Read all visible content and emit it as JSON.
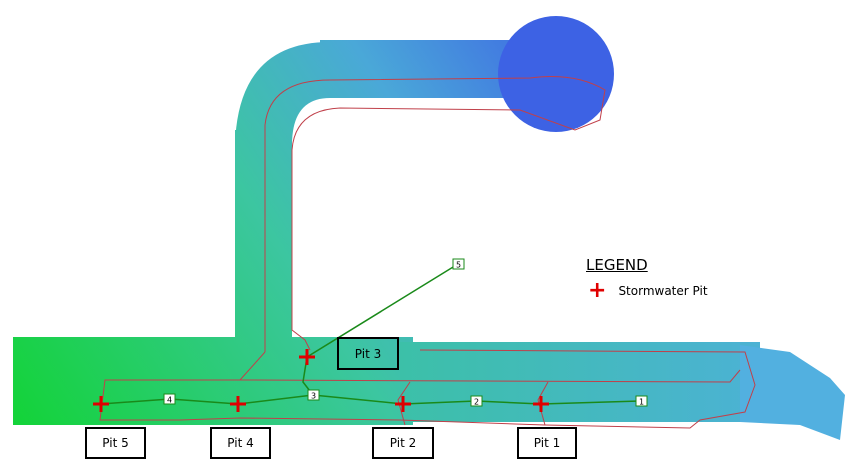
{
  "legend": {
    "title": "LEGEND",
    "items": [
      {
        "icon": "red-cross-icon",
        "label": "Stormwater Pit"
      }
    ]
  },
  "pits": [
    {
      "label": "Pit 1"
    },
    {
      "label": "Pit 2"
    },
    {
      "label": "Pit 3"
    },
    {
      "label": "Pit 4"
    },
    {
      "label": "Pit 5"
    }
  ],
  "nodes": [
    "1",
    "2",
    "3",
    "4",
    "5"
  ],
  "colors": {
    "pit": "#e00000",
    "pipe": "#1a8a1a",
    "boundary": "#c0404a",
    "road_low": "#17d23a",
    "road_high": "#3f62e6"
  }
}
